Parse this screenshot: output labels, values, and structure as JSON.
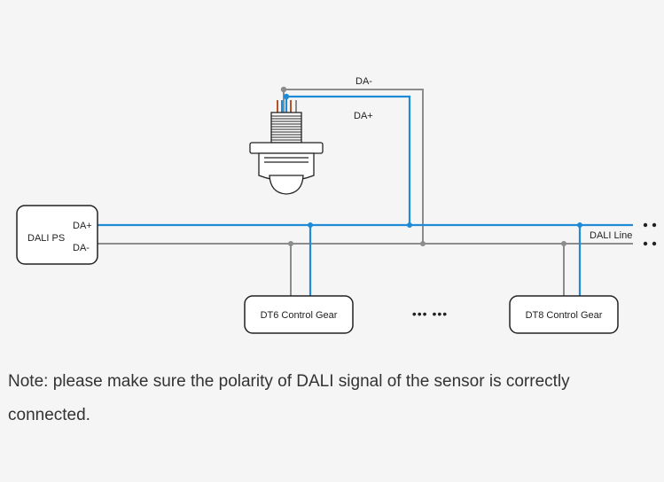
{
  "diagram": {
    "ps_label": "DALI PS",
    "ps_da_plus": "DA+",
    "ps_da_minus": "DA-",
    "sensor_da_minus": "DA-",
    "sensor_da_plus": "DA+",
    "dali_line": "DALI Line",
    "gear_dt6": "DT6 Control Gear",
    "gear_dt8": "DT8 Control Gear",
    "ellipsis_dots": "••• •••",
    "line_colors": {
      "da_plus": "#1f8ad6",
      "da_minus": "#8c8c8c"
    }
  },
  "note": {
    "text": "Note: please make sure the polarity of DALI signal of the sensor is correctly connected."
  }
}
